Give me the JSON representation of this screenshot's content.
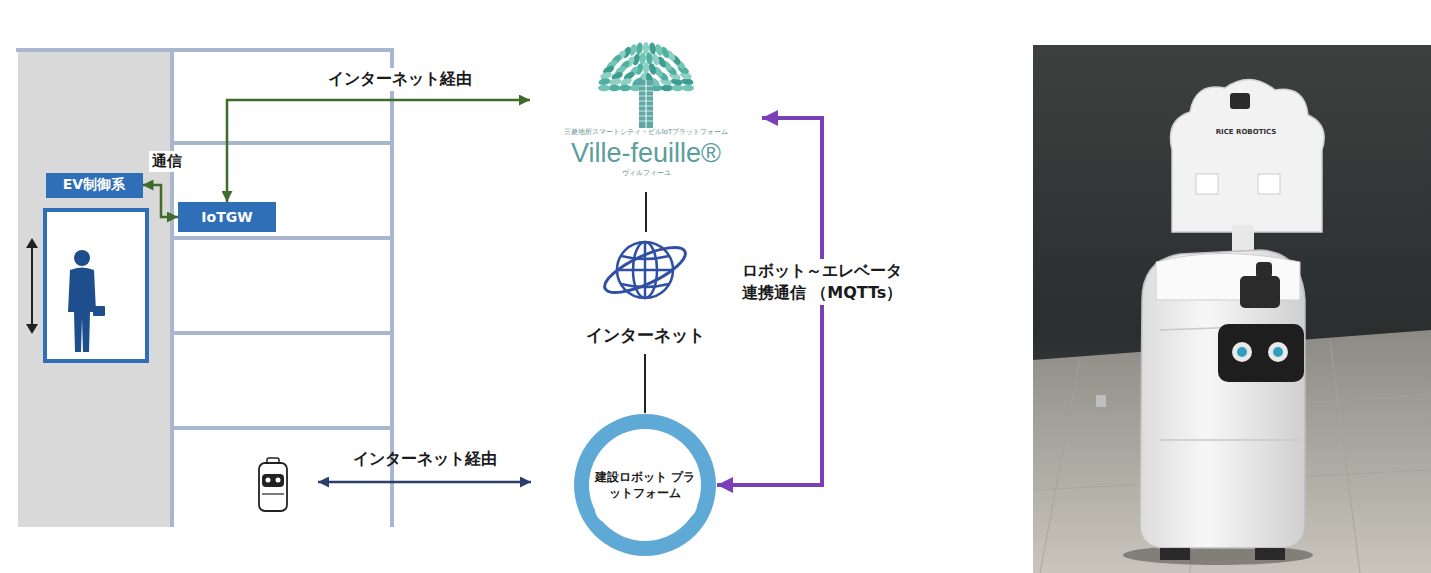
{
  "diagram": {
    "nodes": [
      {
        "text": [
          "EV制御系"
        ]
      },
      {
        "text": [
          "IoTGW"
        ]
      },
      {
        "text": [
          "三菱地所スマートシティ・ビルIoTプラットフォーム",
          "Ville-feuille®",
          "ヴィルフィーユ"
        ]
      },
      {
        "text": [
          "インターネット"
        ]
      },
      {
        "text": [
          "建設ロボット プラットフォーム"
        ]
      }
    ],
    "edges": [
      {
        "from": 0,
        "to": 1,
        "arrow": "both",
        "label": "通信"
      },
      {
        "from": 1,
        "to": 2,
        "arrow": "both",
        "label": "インターネット経由"
      },
      {
        "from": 2,
        "to": 3,
        "arrow": "none"
      },
      {
        "from": 3,
        "to": 4,
        "arrow": "none"
      },
      {
        "from": 4,
        "to": 2,
        "arrow": "both",
        "label": "ロボット～エレベータ 連携通信 （MQTTs）"
      }
    ],
    "labels": [
      "インターネット経由",
      "RICE ROBOTICS"
    ]
  }
}
